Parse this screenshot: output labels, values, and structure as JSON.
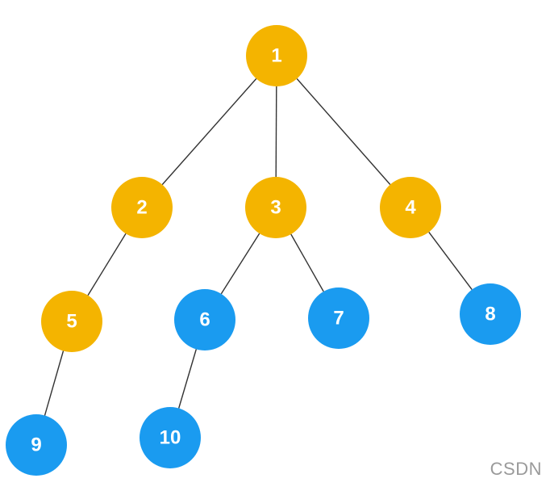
{
  "tree": {
    "nodes": [
      {
        "id": "1",
        "label": "1",
        "color": "#F4B400",
        "children": [
          "2",
          "3",
          "4"
        ]
      },
      {
        "id": "2",
        "label": "2",
        "color": "#F4B400",
        "children": [
          "5"
        ]
      },
      {
        "id": "3",
        "label": "3",
        "color": "#F4B400",
        "children": [
          "6",
          "7"
        ]
      },
      {
        "id": "4",
        "label": "4",
        "color": "#F4B400",
        "children": [
          "8"
        ]
      },
      {
        "id": "5",
        "label": "5",
        "color": "#F4B400",
        "children": [
          "9"
        ]
      },
      {
        "id": "6",
        "label": "6",
        "color": "#1A9BF0",
        "children": [
          "10"
        ]
      },
      {
        "id": "7",
        "label": "7",
        "color": "#1A9BF0",
        "children": []
      },
      {
        "id": "8",
        "label": "8",
        "color": "#1A9BF0",
        "children": []
      },
      {
        "id": "9",
        "label": "9",
        "color": "#1A9BF0",
        "children": []
      },
      {
        "id": "10",
        "label": "10",
        "color": "#1A9BF0",
        "children": []
      }
    ]
  },
  "watermark": "CSDN"
}
